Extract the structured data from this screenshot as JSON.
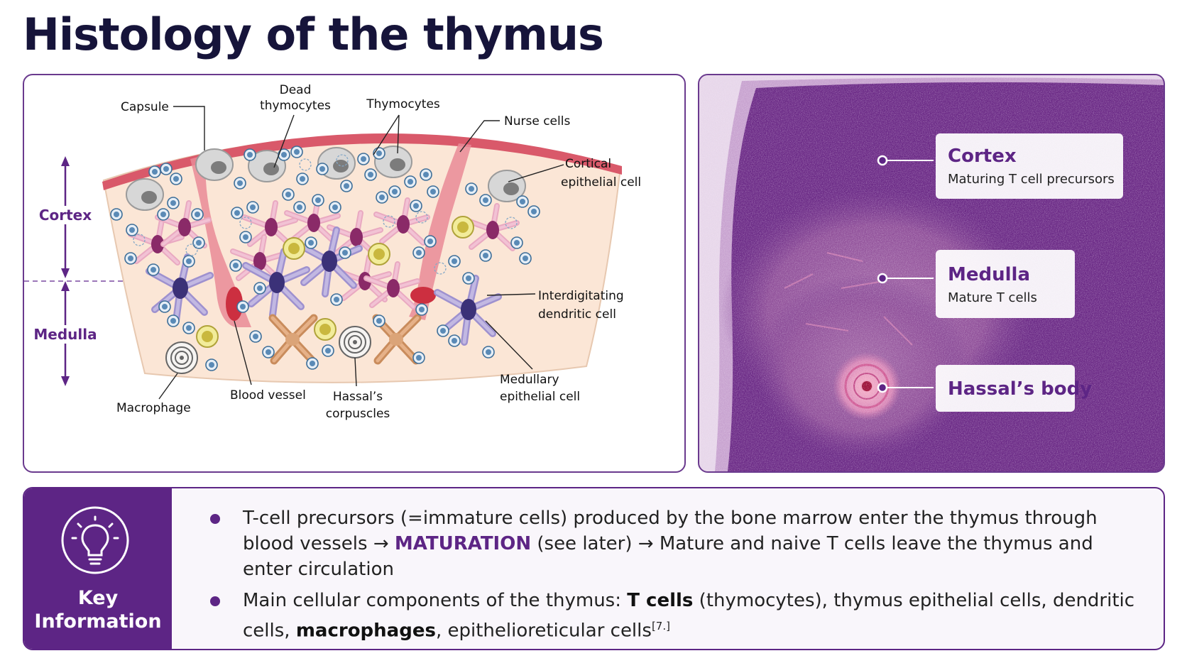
{
  "title": "Histology of the thymus",
  "diagram": {
    "labels": {
      "capsule": "Capsule",
      "dead_thymocytes_1": "Dead",
      "dead_thymocytes_2": "thymocytes",
      "thymocytes": "Thymocytes",
      "nurse_cells": "Nurse cells",
      "cortical_epithelial_1": "Cortical",
      "cortical_epithelial_2": "epithelial cell",
      "interdigitating_1": "Interdigitating",
      "interdigitating_2": "dendritic cell",
      "medullary_epithelial_1": "Medullary",
      "medullary_epithelial_2": "epithelial cell",
      "macrophage": "Macrophage",
      "blood_vessel": "Blood vessel",
      "hassals_1": "Hassal’s",
      "hassals_2": "corpuscles"
    },
    "regions": {
      "cortex": "Cortex",
      "medulla": "Medulla"
    }
  },
  "micrograph": {
    "callouts": [
      {
        "title": "Cortex",
        "subtitle": "Maturing T cell precursors"
      },
      {
        "title": "Medulla",
        "subtitle": "Mature T cells"
      },
      {
        "title": "Hassal’s body",
        "subtitle": ""
      }
    ]
  },
  "key_info": {
    "label_line1": "Key",
    "label_line2": "Information",
    "icon": "lightbulb-icon",
    "bullet1": {
      "part1": "T-cell precursors (=immature cells) produced by the bone marrow enter the thymus through blood vessels → ",
      "highlight": "MATURATION",
      "part2": " (see later) → Mature and naive T cells leave the thymus and enter circulation"
    },
    "bullet2": {
      "part1": "Main cellular components of the thymus: ",
      "bold1": "T cells",
      "part2": " (thymocytes), thymus epithelial cells, dendritic cells, ",
      "bold2": "macrophages",
      "part3": ", epithelioreticular cells",
      "ref": "[7.]"
    }
  },
  "colors": {
    "accent_purple": "#5d2585",
    "title_navy": "#16143a",
    "capsule_red": "#d9596a",
    "tissue_beige": "#fbe6d6"
  }
}
